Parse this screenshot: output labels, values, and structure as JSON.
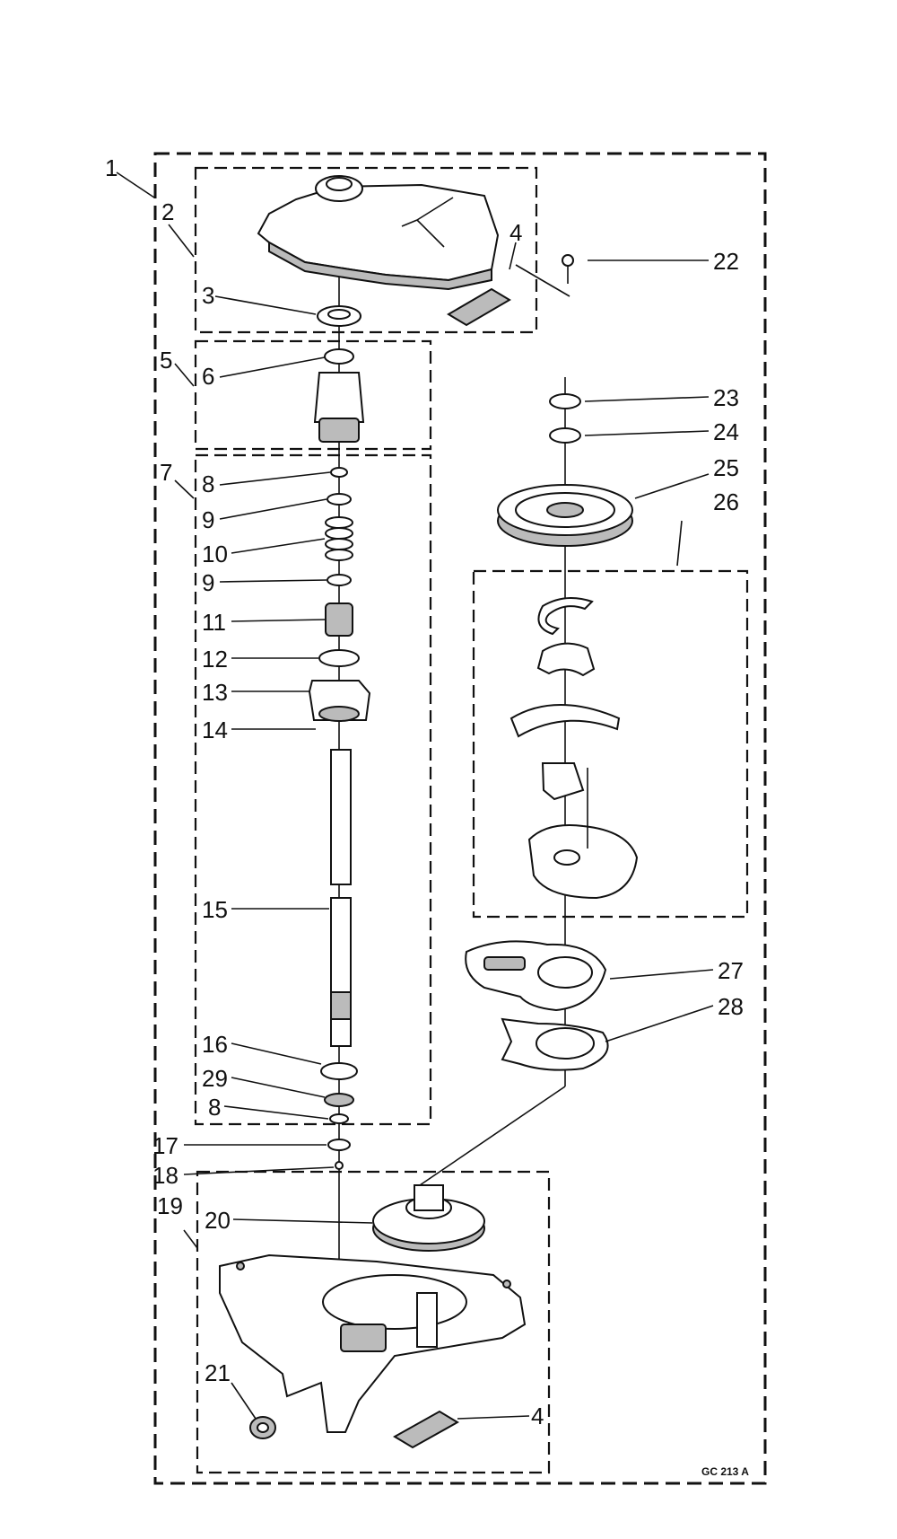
{
  "diagram": {
    "drawing_code": "GC 213 A",
    "callouts": [
      {
        "id": "c1",
        "label": "1"
      },
      {
        "id": "c2",
        "label": "2"
      },
      {
        "id": "c3",
        "label": "3"
      },
      {
        "id": "c4a",
        "label": "4"
      },
      {
        "id": "c5",
        "label": "5"
      },
      {
        "id": "c6",
        "label": "6"
      },
      {
        "id": "c7",
        "label": "7"
      },
      {
        "id": "c8a",
        "label": "8"
      },
      {
        "id": "c9a",
        "label": "9"
      },
      {
        "id": "c10",
        "label": "10"
      },
      {
        "id": "c9b",
        "label": "9"
      },
      {
        "id": "c11",
        "label": "11"
      },
      {
        "id": "c12",
        "label": "12"
      },
      {
        "id": "c13",
        "label": "13"
      },
      {
        "id": "c14",
        "label": "14"
      },
      {
        "id": "c15",
        "label": "15"
      },
      {
        "id": "c16",
        "label": "16"
      },
      {
        "id": "c29",
        "label": "29"
      },
      {
        "id": "c8b",
        "label": "8"
      },
      {
        "id": "c17",
        "label": "17"
      },
      {
        "id": "c18",
        "label": "18"
      },
      {
        "id": "c19",
        "label": "19"
      },
      {
        "id": "c20",
        "label": "20"
      },
      {
        "id": "c21",
        "label": "21"
      },
      {
        "id": "c4b",
        "label": "4"
      },
      {
        "id": "c22",
        "label": "22"
      },
      {
        "id": "c23",
        "label": "23"
      },
      {
        "id": "c24",
        "label": "24"
      },
      {
        "id": "c25",
        "label": "25"
      },
      {
        "id": "c26",
        "label": "26"
      },
      {
        "id": "c27",
        "label": "27"
      },
      {
        "id": "c28",
        "label": "28"
      }
    ]
  }
}
